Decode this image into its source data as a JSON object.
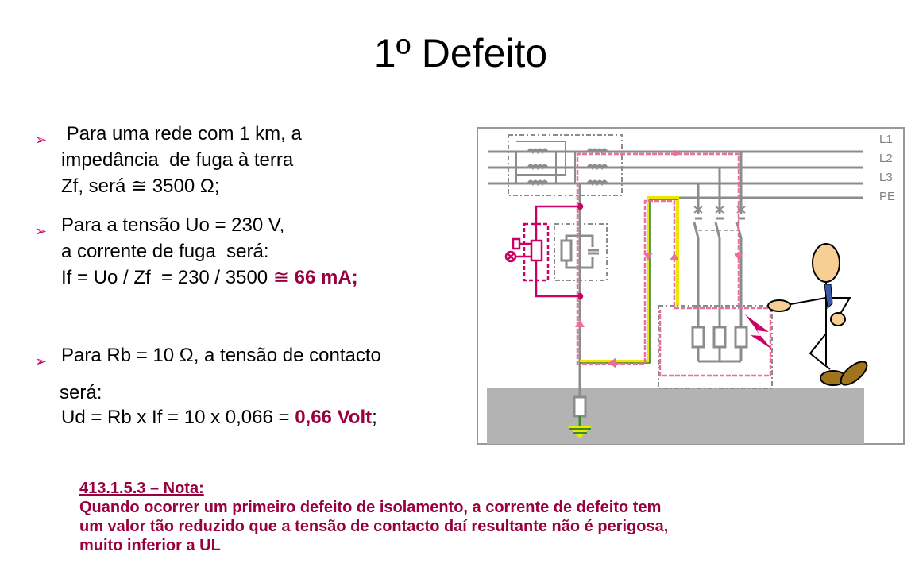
{
  "title": "1º Defeito",
  "bullets": [
    {
      "lines": [
        " Para uma rede com 1 km, a",
        "impedância  de fuga à terra",
        "Zf, será ≅ 3500 Ω;"
      ]
    },
    {
      "lines": [
        "Para a tensão Uo = 230 V,",
        "a corrente de fuga  será:",
        "If = Uo / Zf  = 230 / 3500 "
      ],
      "approx": "≅",
      "highlight": "66 mA;"
    },
    {
      "lines": [
        "Para Rb = 10 Ω, a tensão de contacto"
      ]
    }
  ],
  "continuation": {
    "line1": "será:",
    "line2": "Ud = Rb x If = 10 x 0,066 = ",
    "highlight": "0,66 Volt",
    "tail": ";"
  },
  "diagram": {
    "labels": {
      "l1": "L1",
      "l2": "L2",
      "l3": "L3",
      "pe": "PE"
    }
  },
  "note": {
    "heading": "413.1.5.3 – Nota:",
    "lines": [
      "Quando ocorrer um primeiro defeito de isolamento, a corrente de defeito tem",
      "um valor tão reduzido que a tensão de contacto daí resultante não é perigosa,",
      "muito inferior a UL"
    ]
  },
  "colors": {
    "accent": "#99003d",
    "bullet": "#cc0066",
    "fault_path": "#e86fa0",
    "imd": "#cc0066"
  }
}
